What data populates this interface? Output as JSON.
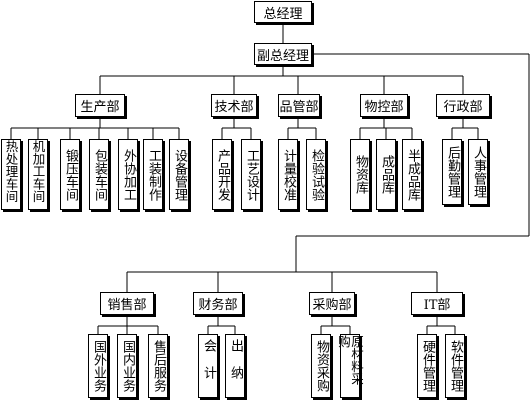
{
  "top": {
    "general_manager": "总经理",
    "deputy_manager": "副总经理"
  },
  "upper_departments": {
    "production": {
      "name": "生产部",
      "units": [
        "热处理车间",
        "机加工车间",
        "锻压车间",
        "包装车间",
        "外协加工",
        "工装制作",
        "设备管理"
      ]
    },
    "technology": {
      "name": "技术部",
      "units": [
        "产品开发",
        "工艺设计"
      ]
    },
    "quality": {
      "name": "品管部",
      "units": [
        "计量校准",
        "检验试验"
      ]
    },
    "materials": {
      "name": "物控部",
      "units": [
        "物资库",
        "成品库",
        "半成品库"
      ]
    },
    "administration": {
      "name": "行政部",
      "units": [
        "后勤管理",
        "人事管理"
      ]
    }
  },
  "lower_departments": {
    "sales": {
      "name": "销售部",
      "units": [
        "国外业务",
        "国内业务",
        "售后服务"
      ]
    },
    "finance": {
      "name": "财务部",
      "units": [
        "会计",
        "出纳"
      ]
    },
    "purchasing": {
      "name": "采购部",
      "units": [
        "物资采购",
        "原材料采购"
      ]
    },
    "it": {
      "name": "IT部",
      "units": [
        "硬件管理",
        "软件管理"
      ]
    }
  }
}
